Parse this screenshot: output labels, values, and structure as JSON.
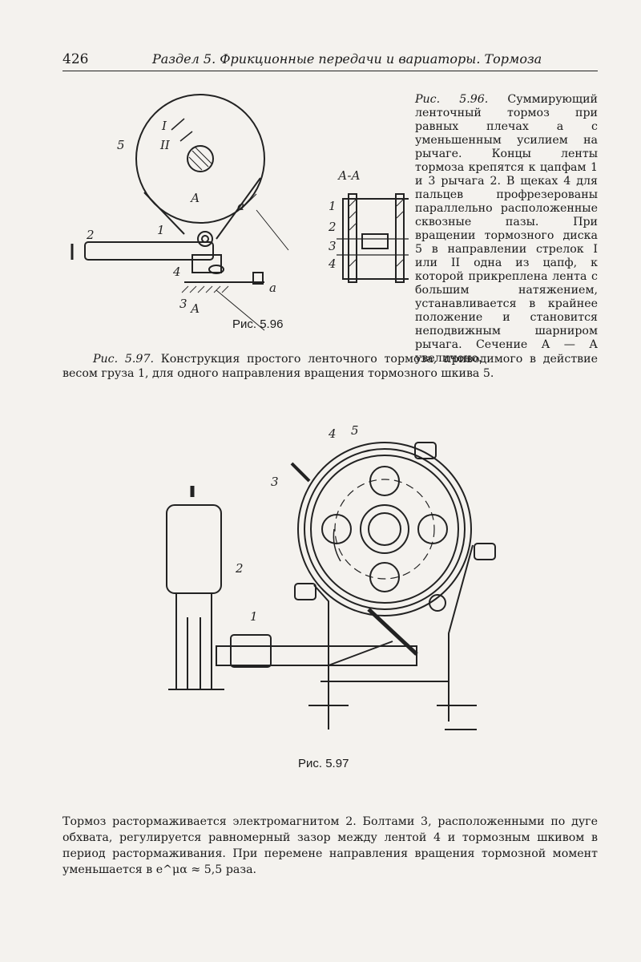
{
  "header": {
    "page_number": "426",
    "running_head": "Раздел 5. Фрикционные передачи и вариаторы. Тормоза"
  },
  "figure_96": {
    "label": "Рис. 5.96",
    "section_label": "А-А",
    "callouts": [
      "1",
      "2",
      "3",
      "4",
      "5",
      "I",
      "II",
      "А",
      "А",
      "а",
      "а"
    ],
    "caption_lead": "Рис. 5.96.",
    "caption_text": "Суммирующий ленточный тормоз при равных плечах а с уменьшенным усилием на рычаге. Концы ленты тормоза крепятся к цапфам 1 и 3 рычага 2. В щеках 4 для пальцев профрезерованы параллельно расположенные сквозные пазы. При вращении тормозного диска 5 в направлении стрелок I или II одна из цапф, к которой прикреплена лента с большим натяжением, устанавливается в крайнее положение и становится неподвижным шарниром рычага. Сечение А — А увеличено."
  },
  "figure_97": {
    "label": "Рис. 5.97",
    "callouts": [
      "1",
      "2",
      "3",
      "4",
      "5"
    ],
    "caption_lead": "Рис. 5.97.",
    "caption_text": "Конструкция простого ленточного тормоза, приводимого в действие весом груза 1, для одного направления вращения тормозного шкива 5."
  },
  "body": {
    "paragraph": "Тормоз растормаживается электромагнитом 2. Болтами 3, расположенными по дуге обхвата, регулируется равномерный зазор между лентой 4 и тормозным шкивом в период растормаживания. При перемене направления вращения тормозной момент уменьшается в e^μα ≈ 5,5 раза."
  }
}
